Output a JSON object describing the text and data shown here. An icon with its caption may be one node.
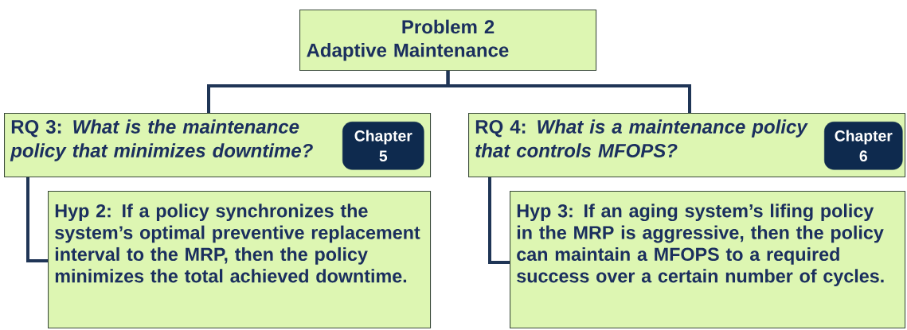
{
  "diagram": {
    "nodes": [
      {
        "text": [
          "Problem 2",
          "Adaptive Maintenance"
        ]
      },
      {
        "text": [
          "RQ 3: *What is the maintenance policy that minimizes downtime?*"
        ]
      },
      {
        "text": [
          "Chapter 5"
        ],
        "in": 1
      },
      {
        "text": [
          "RQ 4:  *What is a maintenance policy that controls MFOPS?*"
        ]
      },
      {
        "text": [
          "Chapter 6"
        ],
        "in": 3
      },
      {
        "text": [
          "Hyp 2: If a policy synchronizes the system’s optimal preventive replacement interval to the MRP, then the policy minimizes the total achieved downtime."
        ]
      },
      {
        "text": [
          "Hyp 3:  If an aging system’s lifing policy in the MRP is aggressive, then the policy can maintain a MFOPS to a required success over a certain number of cycles."
        ]
      }
    ],
    "edges": [
      {
        "from": 0,
        "to": 1,
        "arrow": "none"
      },
      {
        "from": 0,
        "to": 3,
        "arrow": "none"
      },
      {
        "from": 1,
        "to": 5,
        "arrow": "none"
      },
      {
        "from": 3,
        "to": 6,
        "arrow": "none"
      }
    ]
  }
}
